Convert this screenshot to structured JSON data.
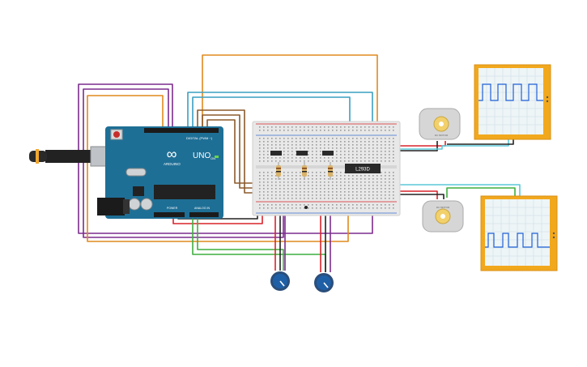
{
  "canvas": {
    "background": "#ffffff"
  },
  "arduino": {
    "model_label": "UNO",
    "brand_label": "ARDUINO",
    "digital_header_label": "DIGITAL (PWM ~)",
    "power_label": "POWER",
    "analog_label": "ANALOG IN",
    "on_label": "ON",
    "board_color": "#1e6f96",
    "logo_symbol": "∞"
  },
  "breadboard": {
    "color": "#e8e8e8"
  },
  "ic": {
    "label": "L293D"
  },
  "motors": {
    "top_label": "DC MOTOR",
    "bottom_label": "DC MOTOR"
  },
  "oscilloscopes": {
    "frame_color": "#f2a81d",
    "trace_color": "#1f5fd6"
  },
  "wire_colors": {
    "orange": "#e08a1e",
    "purple": "#7b2d8e",
    "teal": "#3a9fc1",
    "brown": "#8b5a2b",
    "red": "#d9232a",
    "black": "#222222",
    "green": "#3fae3f",
    "light_blue": "#5bc8d8"
  },
  "potentiometers": {
    "knob_color": "#1f5fa6"
  }
}
